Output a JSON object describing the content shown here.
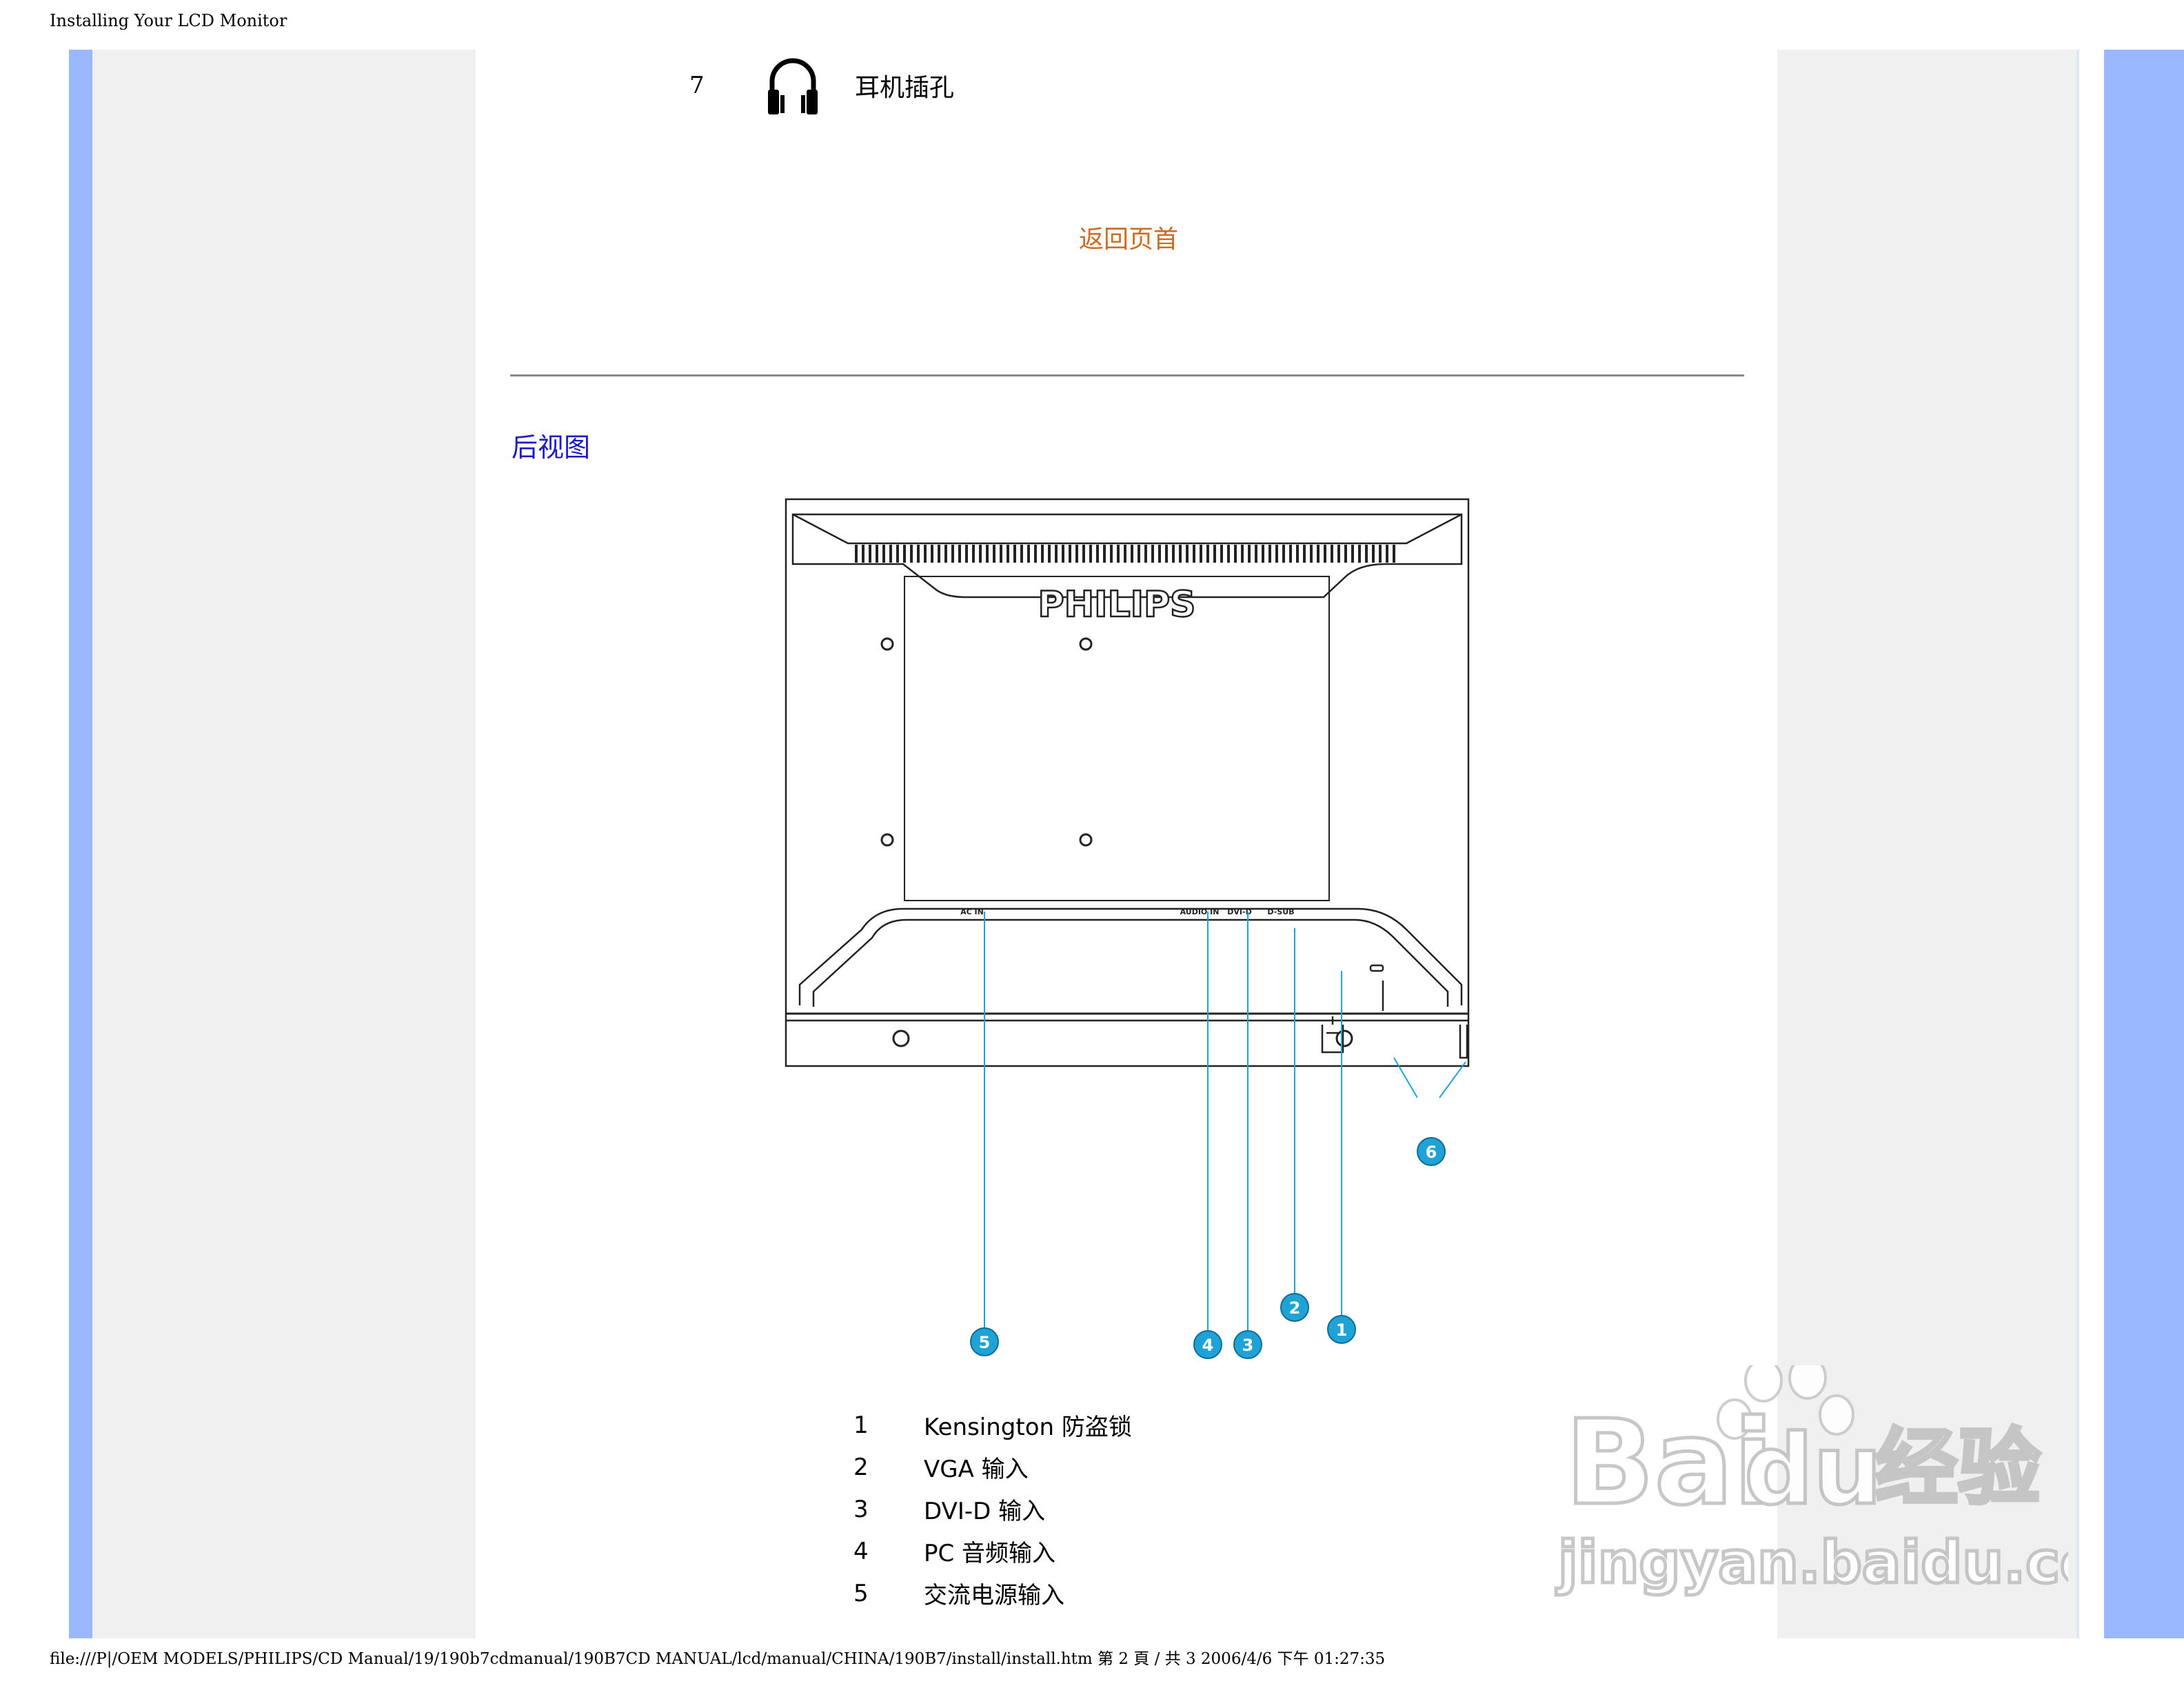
{
  "print_header": "Installing Your LCD Monitor",
  "print_footer": "file:///P|/OEM MODELS/PHILIPS/CD Manual/19/190b7cdmanual/190B7CD MANUAL/lcd/manual/CHINA/190B7/install/install.htm 第 2 頁 / 共 3 2006/4/6 下午 01:27:35",
  "item7": {
    "number": "7",
    "label": "耳机插孔",
    "icon": "headphones-icon"
  },
  "back_link": "返回页首",
  "section_title": "后视图",
  "diagram": {
    "brand": "PHILIPS",
    "ports": {
      "ac_in": "AC IN",
      "audio_in": "AUDIO IN",
      "dvi": "DVI-D",
      "dsub": "D-SUB"
    },
    "callouts": [
      "1",
      "2",
      "3",
      "4",
      "5",
      "6"
    ],
    "callout_color": "#1fa3d6"
  },
  "legend": [
    {
      "num": "1",
      "label": "Kensington 防盗锁"
    },
    {
      "num": "2",
      "label": "VGA 输入"
    },
    {
      "num": "3",
      "label": "DVI-D 输入"
    },
    {
      "num": "4",
      "label": "PC 音频输入"
    },
    {
      "num": "5",
      "label": "交流电源输入"
    }
  ],
  "watermark": {
    "brand_a": "Bai",
    "brand_b": "du",
    "brand_cn": "经验",
    "url": "jingyan.baidu.com"
  },
  "colors": {
    "frame_blue": "#9ab8ff",
    "link": "#d2691e",
    "title": "#1a1acc"
  }
}
